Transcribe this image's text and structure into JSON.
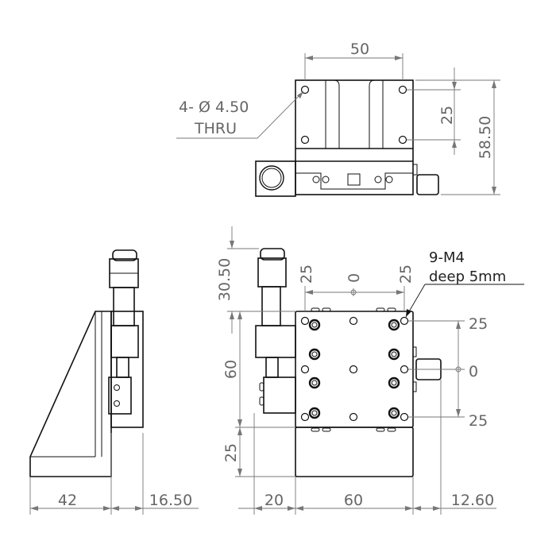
{
  "top_view": {
    "dim_width": "50",
    "dim_hole_spacing": "25",
    "dim_height": "58.50",
    "hole_note_line1": "4- Ø 4.50",
    "hole_note_line2": "THRU"
  },
  "front_view": {
    "dim_top_left": "25",
    "dim_top_center": "0",
    "dim_top_right": "25",
    "thread_note_line1": "9-M4",
    "thread_note_line2": "deep 5mm",
    "dim_right_top": "25",
    "dim_right_center": "0",
    "dim_right_bottom": "25",
    "dim_micrometer": "30.50",
    "dim_stage_height": "60",
    "dim_base_height": "25",
    "dim_bottom_left": "20",
    "dim_bottom_center": "60",
    "dim_bottom_right": "12.60"
  },
  "side_view": {
    "dim_bracket_width": "42",
    "dim_stage_depth": "16.50"
  }
}
